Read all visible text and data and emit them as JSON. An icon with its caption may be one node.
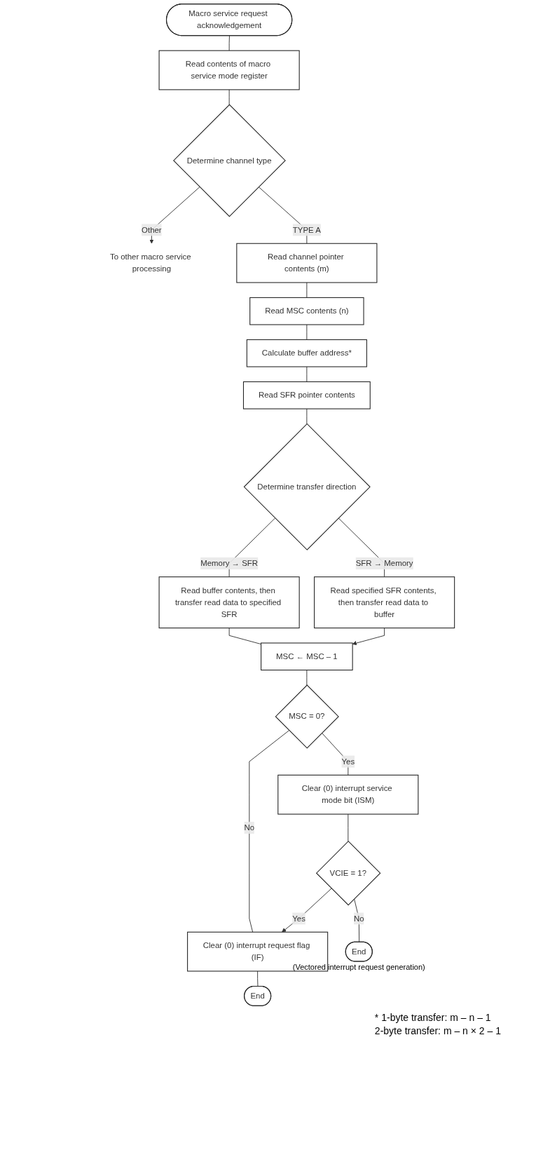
{
  "diagram": {
    "nodes": [
      {
        "text": [
          "Macro service request acknowledgement"
        ]
      },
      {
        "text": [
          "Read contents of macro service mode register"
        ]
      },
      {
        "text": [
          "Determine channel type"
        ]
      },
      {
        "text": [
          "To other macro service processing"
        ]
      },
      {
        "text": [
          "Read channel pointer contents (m)"
        ]
      },
      {
        "text": [
          "Read MSC contents (n)"
        ]
      },
      {
        "text": [
          "Calculate buffer address*"
        ]
      },
      {
        "text": [
          "Read SFR pointer contents"
        ]
      },
      {
        "text": [
          "Determine transfer direction"
        ]
      },
      {
        "text": [
          "Read buffer contents, then transfer read data to specified SFR"
        ]
      },
      {
        "text": [
          "Read specified SFR contents, then transfer read data to buffer"
        ]
      },
      {
        "text": [
          "MSC ← MSC – 1"
        ]
      },
      {
        "text": [
          "MSC = 0?"
        ]
      },
      {
        "text": [
          "Clear (0) interrupt service mode bit (ISM)"
        ]
      },
      {
        "text": [
          "VCIE = 1?"
        ]
      },
      {
        "text": [
          "Clear (0) interrupt request flag (IF)"
        ]
      },
      {
        "text": [
          "End"
        ],
        "beside": [
          "(Vectored interrupt request generation)"
        ]
      },
      {
        "text": [
          "End"
        ]
      }
    ],
    "edges": [
      {
        "from": 0,
        "to": 1,
        "arrow": "none"
      },
      {
        "from": 1,
        "to": 2,
        "arrow": "none"
      },
      {
        "from": 2,
        "to": 3,
        "arrow": "to",
        "label": "Other"
      },
      {
        "from": 2,
        "to": 4,
        "arrow": "none",
        "label": "TYPE A"
      },
      {
        "from": 4,
        "to": 5,
        "arrow": "none"
      },
      {
        "from": 5,
        "to": 6,
        "arrow": "none"
      },
      {
        "from": 6,
        "to": 7,
        "arrow": "none"
      },
      {
        "from": 7,
        "to": 8,
        "arrow": "none"
      },
      {
        "from": 8,
        "to": 9,
        "arrow": "none",
        "label": "Memory → SFR"
      },
      {
        "from": 8,
        "to": 10,
        "arrow": "none",
        "label": "SFR → Memory"
      },
      {
        "from": 9,
        "to": 11,
        "arrow": "none"
      },
      {
        "from": 10,
        "to": 11,
        "arrow": "to"
      },
      {
        "from": 11,
        "to": 12,
        "arrow": "none"
      },
      {
        "from": 12,
        "to": 15,
        "arrow": "none",
        "label": "No"
      },
      {
        "from": 12,
        "to": 13,
        "arrow": "none",
        "label": "Yes"
      },
      {
        "from": 13,
        "to": 14,
        "arrow": "none"
      },
      {
        "from": 14,
        "to": 15,
        "arrow": "to",
        "label": "Yes"
      },
      {
        "from": 14,
        "to": 16,
        "arrow": "none",
        "label": "No"
      },
      {
        "from": 15,
        "to": 17,
        "arrow": "none"
      }
    ],
    "labels": [
      "* 1-byte transfer: m – n – 1",
      "2-byte transfer: m – n × 2 – 1"
    ]
  }
}
